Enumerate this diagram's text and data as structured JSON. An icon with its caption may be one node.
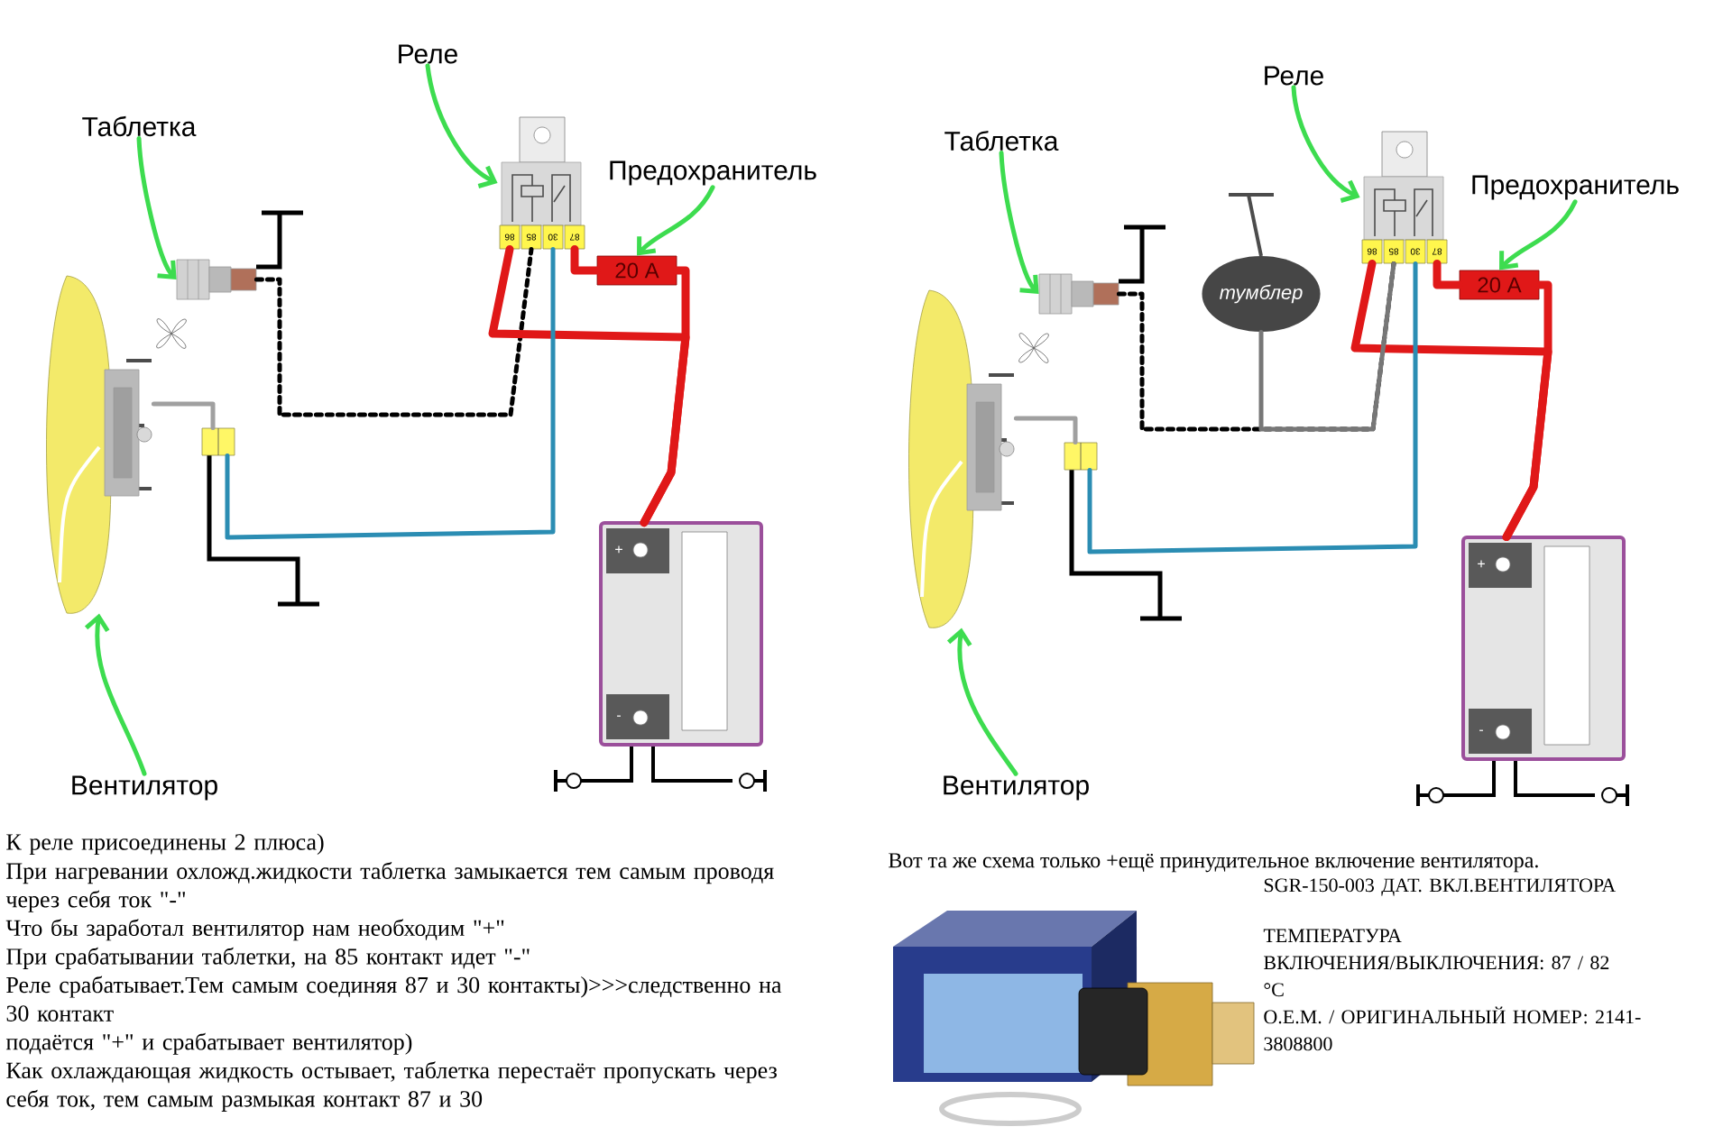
{
  "diagram": {
    "nodes": [
      {
        "text": [
          "Реле"
        ]
      },
      {
        "text": [
          "Таблетка"
        ]
      },
      {
        "text": [
          "Предохранитель"
        ]
      },
      {
        "text": [],
        "shape": "picture"
      },
      {
        "text": [],
        "shape": "picture"
      },
      {
        "text": [
          "20 A"
        ]
      },
      {
        "text": [],
        "shape": "picture"
      },
      {
        "text": [],
        "shape": "box"
      },
      {
        "text": [],
        "shape": "picture"
      },
      {
        "text": [
          "Вентилятор"
        ]
      },
      {
        "text": [
          "Реле"
        ]
      },
      {
        "text": [
          "Таблетка"
        ]
      },
      {
        "text": [
          "Предохранитель"
        ]
      },
      {
        "text": [],
        "shape": "picture"
      },
      {
        "text": [],
        "shape": "picture"
      },
      {
        "text": [
          "тумблер"
        ]
      },
      {
        "text": [
          "20 A"
        ]
      },
      {
        "text": [],
        "shape": "picture"
      },
      {
        "text": [],
        "shape": "box"
      },
      {
        "text": [],
        "shape": "picture"
      },
      {
        "text": [
          "Вентилятор"
        ]
      }
    ],
    "edges": [
      {
        "from": 0,
        "to": 3,
        "arrow": "to",
        "color": "#3ddc4f"
      },
      {
        "from": 1,
        "to": 4,
        "arrow": "to",
        "color": "#3ddc4f"
      },
      {
        "from": 2,
        "to": 5,
        "arrow": "to",
        "color": "#3ddc4f"
      },
      {
        "from": 9,
        "to": 6,
        "arrow": "to",
        "color": "#3ddc4f"
      },
      {
        "from": 4,
        "to": 3,
        "arrow": "none",
        "style": "dashed",
        "color": "#000000"
      },
      {
        "from": 3,
        "to": 5,
        "arrow": "none",
        "style": "thick",
        "color": "#e01818"
      },
      {
        "from": 5,
        "to": 8,
        "arrow": "none",
        "style": "thick",
        "color": "#e01818"
      },
      {
        "from": 3,
        "to": 8,
        "arrow": "none",
        "style": "thick",
        "color": "#e01818"
      },
      {
        "from": 7,
        "to": 3,
        "arrow": "none",
        "color": "#2b8db3"
      },
      {
        "from": 6,
        "to": 7,
        "arrow": "none",
        "color": "#a0a0a0"
      },
      {
        "from": 10,
        "to": 13,
        "arrow": "to",
        "color": "#3ddc4f"
      },
      {
        "from": 11,
        "to": 14,
        "arrow": "to",
        "color": "#3ddc4f"
      },
      {
        "from": 12,
        "to": 16,
        "arrow": "to",
        "color": "#3ddc4f"
      },
      {
        "from": 20,
        "to": 17,
        "arrow": "to",
        "color": "#3ddc4f"
      },
      {
        "from": 14,
        "to": 13,
        "arrow": "none",
        "style": "dashed",
        "color": "#000000"
      },
      {
        "from": 13,
        "to": 16,
        "arrow": "none",
        "style": "thick",
        "color": "#e01818"
      },
      {
        "from": 16,
        "to": 19,
        "arrow": "none",
        "style": "thick",
        "color": "#e01818"
      },
      {
        "from": 13,
        "to": 19,
        "arrow": "none",
        "style": "thick",
        "color": "#e01818"
      },
      {
        "from": 18,
        "to": 13,
        "arrow": "none",
        "color": "#2b8db3"
      },
      {
        "from": 17,
        "to": 18,
        "arrow": "none",
        "color": "#a0a0a0"
      },
      {
        "from": 15,
        "to": 13,
        "arrow": "none",
        "color": "#777777"
      }
    ],
    "labels": [
      "86",
      "85",
      "30",
      "87",
      "+",
      "-",
      "86",
      "85",
      "30",
      "87",
      "+",
      "-",
      "К реле присоединены 2 плюса)",
      "При нагревании охложд.жидкости таблетка замыкается тем самым проводя через себя ток \"-\"",
      "Что бы заработал вентилятор нам необходим \"+\"",
      "При срабатывании таблетки, на 85 контакт идет \"-\"",
      "Реле срабатывает.Тем самым соединяя 87 и 30 контакты)>>>следственно на 30 контакт",
      "подаётся \"+\" и срабатывает вентилятор)",
      "Как охлаждающая жидкость остывает, таблетка перестаёт пропускать через себя ток, тем самым размыкая контакт 87 и 30",
      "Вот та же схема только +ещё принудительное включение вентилятора.",
      "SGR-150-003 ДАТ. ВКЛ.ВЕНТИЛЯТОРА",
      "ТЕМПЕРАТУРА ВКЛЮЧЕНИЯ/ВЫКЛЮЧЕНИЯ: 87 / 82 °C",
      "О.Е.М. / ОРИГИНАЛЬНЫЙ НОМЕР: 2141-3808800"
    ]
  }
}
